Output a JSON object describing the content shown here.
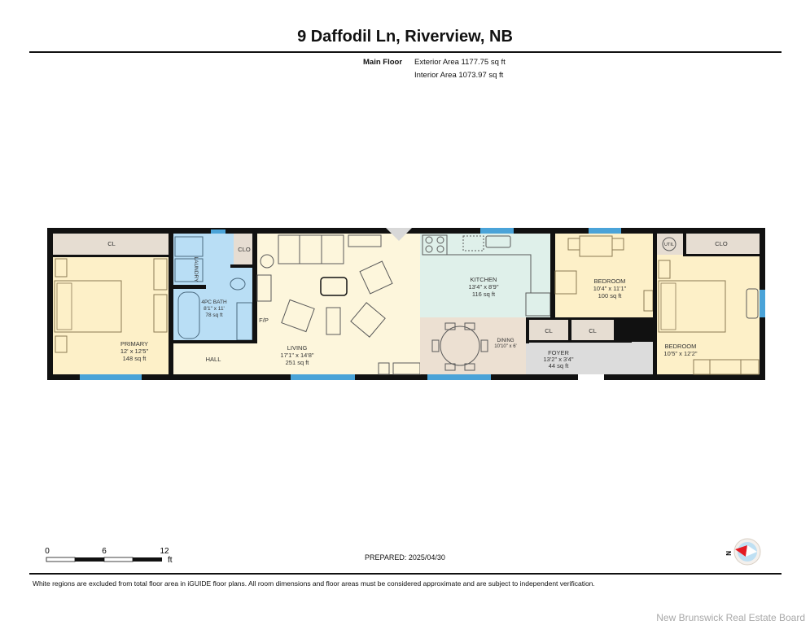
{
  "header": {
    "title": "9 Daffodil Ln, Riverview, NB",
    "floor_label": "Main Floor",
    "exterior_area": "Exterior Area 1177.75 sq ft",
    "interior_area": "Interior Area 1073.97 sq ft"
  },
  "rooms": {
    "primary": {
      "name": "PRIMARY",
      "dims": "12' x 12'5\"",
      "area": "148 sq ft"
    },
    "primary_closet": {
      "name": "CL"
    },
    "bath": {
      "name": "4PC BATH",
      "dims": "8'1\" x 11'",
      "area": "78 sq ft"
    },
    "laundry": {
      "name": "LAUNDRY"
    },
    "bath_closet": {
      "name": "CLO"
    },
    "hall": {
      "name": "HALL"
    },
    "fireplace": {
      "name": "F/P"
    },
    "living": {
      "name": "LIVING",
      "dims": "17'1\" x 14'8\"",
      "area": "251 sq ft"
    },
    "kitchen": {
      "name": "KITCHEN",
      "dims": "13'4\" x 8'9\"",
      "area": "116 sq ft"
    },
    "dining": {
      "name": "DINING",
      "dims": "10'10\" x 6'"
    },
    "foyer": {
      "name": "FOYER",
      "dims": "13'2\" x 3'4\"",
      "area": "44 sq ft"
    },
    "foyer_closet_1": {
      "name": "CL"
    },
    "foyer_closet_2": {
      "name": "CL"
    },
    "bedroom1": {
      "name": "BEDROOM",
      "dims": "10'4\" x 11'1\"",
      "area": "100 sq ft"
    },
    "utility": {
      "name": "UTIL"
    },
    "bedroom2_closet": {
      "name": "CLO"
    },
    "bedroom2": {
      "name": "BEDROOM",
      "dims": "10'5\" x 12'2\""
    }
  },
  "scale": {
    "labels": [
      "0",
      "6",
      "12"
    ],
    "unit": "ft"
  },
  "compass": {
    "label": "N"
  },
  "footer": {
    "prepared": "PREPARED: 2025/04/30",
    "disclaimer": "White regions are excluded from total floor area in iGUIDE floor plans. All room dimensions and floor areas must be considered approximate and are subject to independent verification.",
    "watermark": "New Brunswick Real Estate Board"
  },
  "colors": {
    "wall": "#111111",
    "bedroom_fill": "#fdf0c8",
    "living_fill": "#fdf6dc",
    "bath_fill": "#b9def5",
    "kitchen_fill": "#dff0ea",
    "dining_fill": "#ece0d2",
    "foyer_fill": "#dcdcdc",
    "closet_fill": "#e6ddd2",
    "window": "#4aa3d8"
  }
}
